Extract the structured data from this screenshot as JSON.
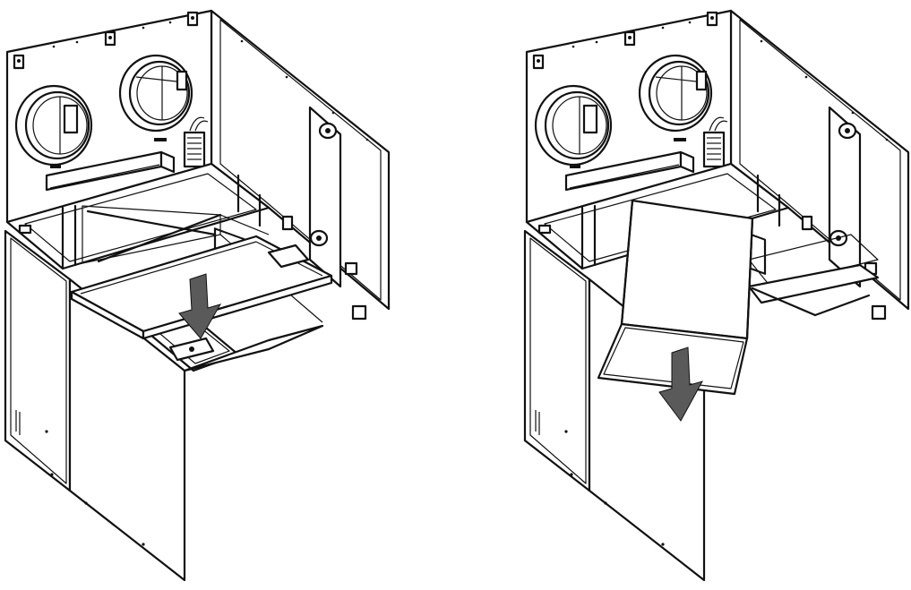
{
  "figure": {
    "panels": [
      {
        "step": "remove-filter",
        "arrow_direction": "down"
      },
      {
        "step": "remove-heat-exchanger",
        "arrow_direction": "down"
      }
    ],
    "colors": {
      "line": "#111111",
      "arrow": "#5a5a5a",
      "background": "#ffffff"
    },
    "icons": [
      "down-arrow-icon",
      "duct-ring-icon"
    ]
  }
}
